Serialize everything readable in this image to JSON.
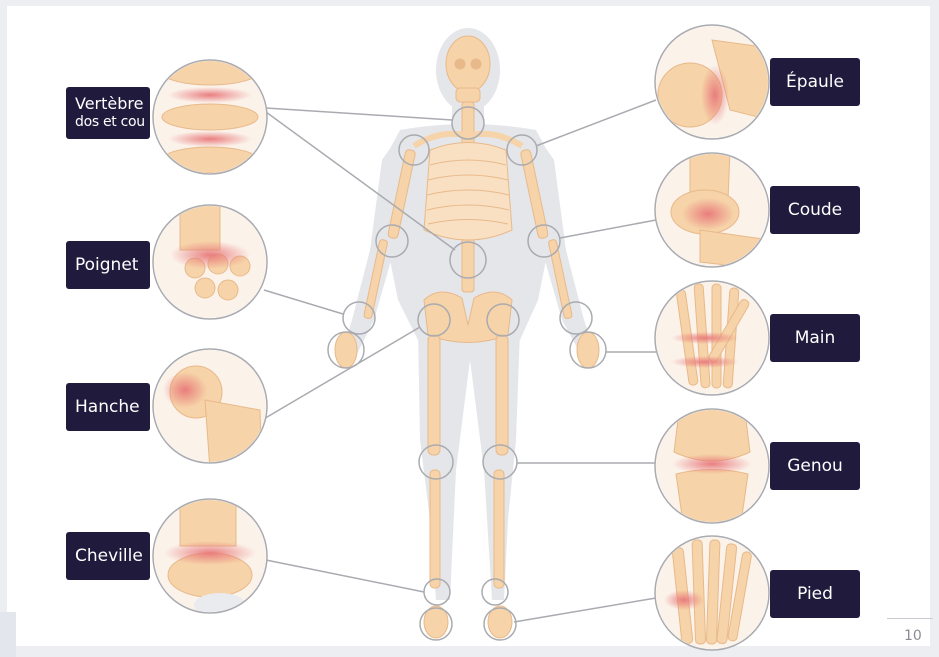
{
  "labels": {
    "vertebre_line1": "Vertèbre",
    "vertebre_line2": "dos et cou",
    "poignet": "Poignet",
    "hanche": "Hanche",
    "cheville": "Cheville",
    "epaule": "Épaule",
    "coude": "Coude",
    "main": "Main",
    "genou": "Genou",
    "pied": "Pied"
  },
  "page_number": "10",
  "colors": {
    "label_bg": "#201a3d",
    "bone": "#f6d3a8",
    "bone_outline": "#e8b98a",
    "inflammation": "#e8797a",
    "silhouette": "#e4e6ea",
    "callout_ring": "#a9abb0"
  }
}
